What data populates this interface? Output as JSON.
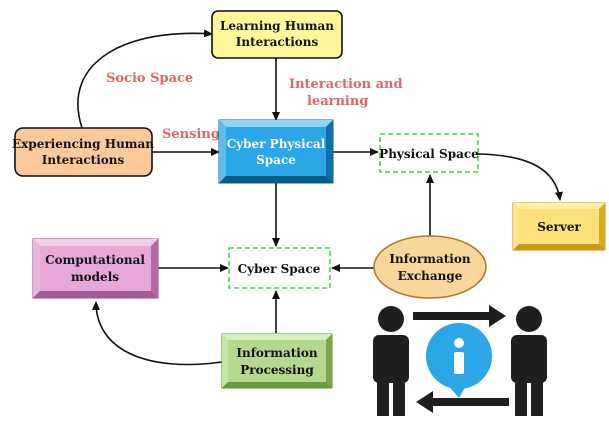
{
  "nodes": {
    "learning": {
      "line1": "Learning Human",
      "line2": "Interactions"
    },
    "experiencing": {
      "line1": "Experiencing Human",
      "line2": "Interactions"
    },
    "cyber_physical": {
      "line1": "Cyber Physical",
      "line2": "Space"
    },
    "physical_space": {
      "label": "Physical Space"
    },
    "server": {
      "label": "Server"
    },
    "computational": {
      "line1": "Computational",
      "line2": "models"
    },
    "cyber_space": {
      "label": "Cyber Space"
    },
    "information_exchange": {
      "line1": "Information",
      "line2": "Exchange"
    },
    "information_processing": {
      "line1": "Information",
      "line2": "Processing"
    }
  },
  "edge_labels": {
    "socio_space": "Socio Space",
    "interaction_learning_1": "Interaction and",
    "interaction_learning_2": "learning",
    "sensing": "Sensing"
  },
  "colors": {
    "learning_fill": "#fff79a",
    "experiencing_fill": "#fbc99a",
    "cyber_physical_fill": "#2ba6e6",
    "server_fill": "#fde079",
    "computational_fill": "#e6a8d8",
    "info_exchange_fill": "#f9d79b",
    "info_processing_fill": "#b5d88f",
    "dashed_border": "#57c957",
    "edge_label": "#e06666",
    "info_icon": "#2ba6e6",
    "person": "#1f1f1f"
  },
  "icons": {
    "people_exchange": "people-exchange-icon",
    "info": "info-icon"
  }
}
